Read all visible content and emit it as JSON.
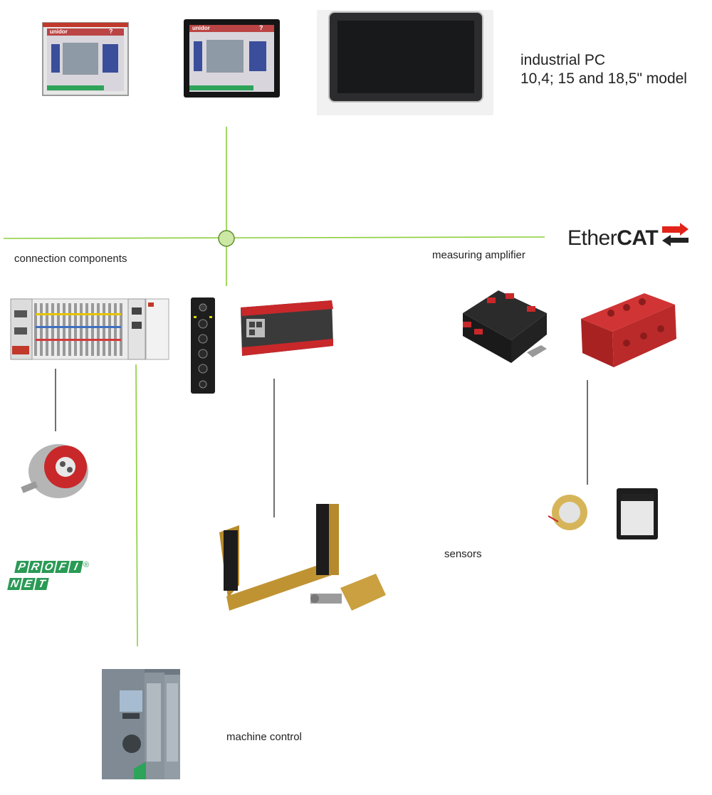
{
  "labels": {
    "industrial_pc_line1": "industrial PC",
    "industrial_pc_line2": "10,4; 15 and 18,5\" model",
    "connection_components": "connection components",
    "measuring_amplifier": "measuring amplifier",
    "sensors": "sensors",
    "machine_control": "machine control"
  },
  "logos": {
    "ethercat_prefix": "Ether",
    "ethercat_suffix": "CAT",
    "profinet_row1": [
      "P",
      "R",
      "O",
      "F",
      "I"
    ],
    "profinet_row2": [
      "N",
      "E",
      "T"
    ],
    "registered": "®"
  },
  "hmi_screen": {
    "brand": "unidor",
    "help": "?"
  },
  "colors": {
    "bus_line": "#8ccf3c",
    "bus_node": "#cde7a5",
    "connector": "#222222",
    "profinet_green": "#2a9a55",
    "ethercat_red": "#e2231a",
    "device_red": "#c8282a",
    "brass": "#b68a2c"
  }
}
